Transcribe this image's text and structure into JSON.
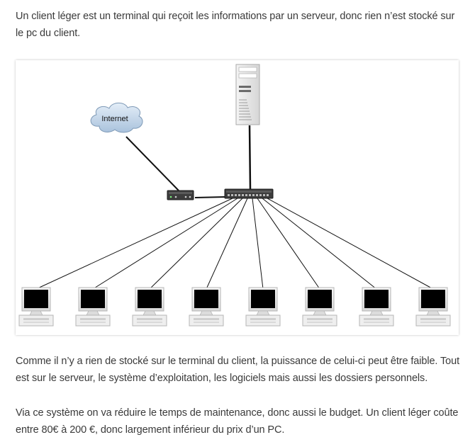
{
  "text": {
    "intro": "Un client léger est un terminal qui reçoit les informations par un serveur, donc rien n’est stocké sur le pc du client.",
    "para2": "Comme il n’y a rien de stocké sur le terminal du client, la puissance de celui-ci peut être faible. Tout est sur le serveur, le système d’exploitation, les logiciels mais aussi les dossiers personnels.",
    "para3": "Via ce système on va réduire le temps de maintenance, donc aussi le budget. Un client léger coûte entre 80€ à 200 €, donc largement inférieur du prix d’un PC."
  },
  "diagram": {
    "internet_label": "Internet",
    "client_count": 8,
    "icons": {
      "cloud": "cloud-icon",
      "server": "server-tower-icon",
      "router": "router-icon",
      "switch": "network-switch-icon",
      "client": "thin-client-computer-icon"
    }
  }
}
